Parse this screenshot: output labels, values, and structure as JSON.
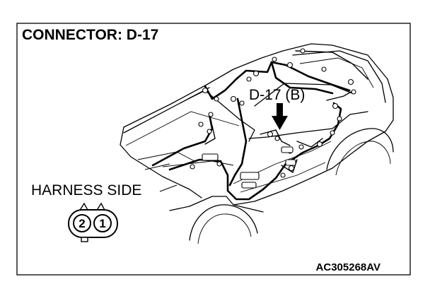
{
  "title": "CONNECTOR: D-17",
  "connector_label": "D-17 (B)",
  "harness_label": "HARNESS SIDE",
  "connector_pins": [
    "2",
    "1"
  ],
  "reference_code": "AC305268AV",
  "colors": {
    "line": "#000000",
    "background": "#ffffff"
  }
}
